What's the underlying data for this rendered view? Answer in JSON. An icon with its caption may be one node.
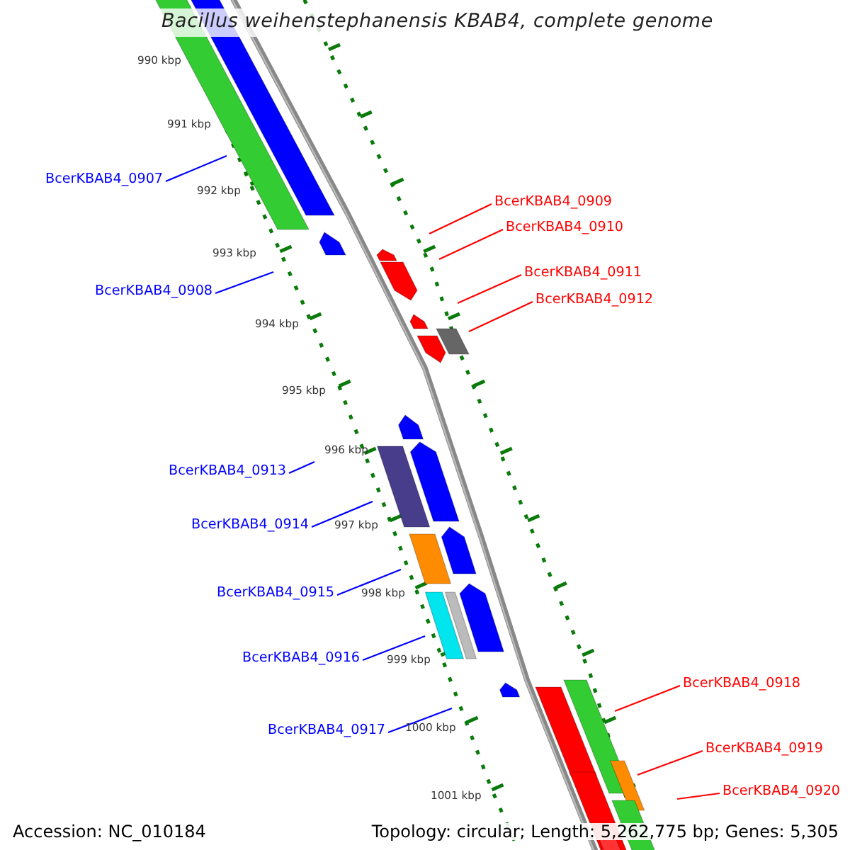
{
  "diagram": {
    "title": "Bacillus weihenstephanensis KBAB4, complete genome",
    "nodes": [
      {
        "text": [
          "BcerKBAB4_0907"
        ]
      },
      {
        "text": [
          "BcerKBAB4_0908"
        ]
      },
      {
        "text": [
          "BcerKBAB4_0909"
        ]
      },
      {
        "text": [
          "BcerKBAB4_0910"
        ]
      },
      {
        "text": [
          "BcerKBAB4_0911"
        ]
      },
      {
        "text": [
          "BcerKBAB4_0912"
        ]
      },
      {
        "text": [
          "BcerKBAB4_0913"
        ]
      },
      {
        "text": [
          "BcerKBAB4_0914"
        ]
      },
      {
        "text": [
          "BcerKBAB4_0915"
        ]
      },
      {
        "text": [
          "BcerKBAB4_0916"
        ]
      },
      {
        "text": [
          "BcerKBAB4_0917"
        ]
      },
      {
        "text": [
          "BcerKBAB4_0918"
        ]
      },
      {
        "text": [
          "BcerKBAB4_0919"
        ]
      },
      {
        "text": [
          "BcerKBAB4_0920"
        ]
      }
    ],
    "edges": [
      {
        "from": 0,
        "to": null,
        "arrow": "none",
        "color": "#0000ff"
      },
      {
        "from": 1,
        "to": null,
        "arrow": "none",
        "color": "#0000ff"
      },
      {
        "from": 2,
        "to": null,
        "arrow": "none",
        "color": "#ff0000"
      },
      {
        "from": 3,
        "to": null,
        "arrow": "none",
        "color": "#ff0000"
      },
      {
        "from": 4,
        "to": null,
        "arrow": "none",
        "color": "#ff0000"
      },
      {
        "from": 5,
        "to": null,
        "arrow": "none",
        "color": "#ff0000"
      },
      {
        "from": 6,
        "to": null,
        "arrow": "none",
        "color": "#0000ff"
      },
      {
        "from": 7,
        "to": null,
        "arrow": "none",
        "color": "#0000ff"
      },
      {
        "from": 8,
        "to": null,
        "arrow": "none",
        "color": "#0000ff"
      },
      {
        "from": 9,
        "to": null,
        "arrow": "none",
        "color": "#0000ff"
      },
      {
        "from": 10,
        "to": null,
        "arrow": "none",
        "color": "#0000ff"
      },
      {
        "from": 11,
        "to": null,
        "arrow": "none",
        "color": "#ff0000"
      },
      {
        "from": 12,
        "to": null,
        "arrow": "none",
        "color": "#ff0000"
      },
      {
        "from": 13,
        "to": null,
        "arrow": "none",
        "color": "#ff0000"
      }
    ],
    "labels": [
      "990 kbp",
      "991 kbp",
      "992 kbp",
      "993 kbp",
      "994 kbp",
      "995 kbp",
      "996 kbp",
      "997 kbp",
      "998 kbp",
      "999 kbp",
      "1000 kbp",
      "1001 kbp",
      "Accession: NC_010184",
      "Topology: circular; Length: 5,262,775 bp; Genes: 5,305"
    ]
  }
}
